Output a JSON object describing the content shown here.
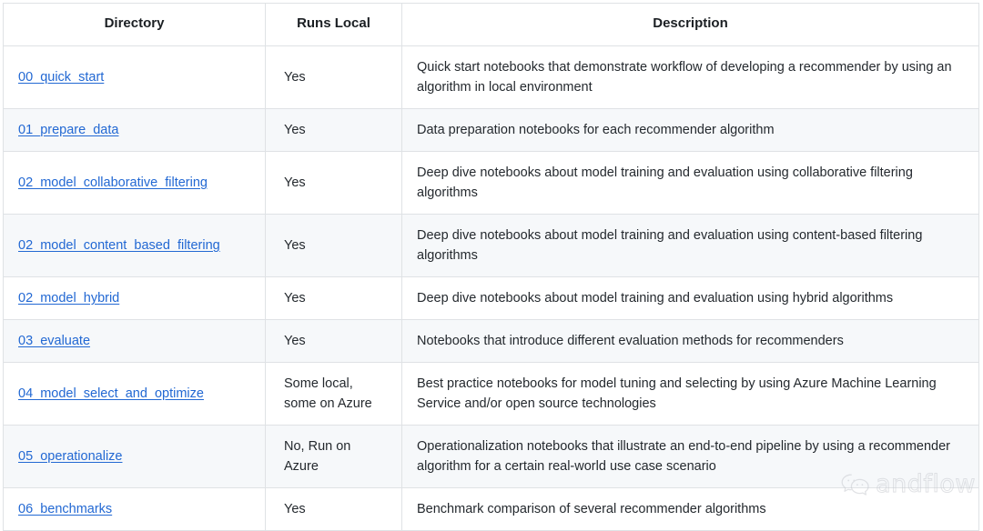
{
  "table": {
    "columns": [
      {
        "key": "directory",
        "label": "Directory"
      },
      {
        "key": "runs_local",
        "label": "Runs Local"
      },
      {
        "key": "description",
        "label": "Description"
      }
    ],
    "rows": [
      {
        "directory": "00_quick_start",
        "runs_local": "Yes",
        "description": "Quick start notebooks that demonstrate workflow of developing a recommender by using an algorithm in local environment"
      },
      {
        "directory": "01_prepare_data",
        "runs_local": "Yes",
        "description": "Data preparation notebooks for each recommender algorithm"
      },
      {
        "directory": "02_model_collaborative_filtering",
        "runs_local": "Yes",
        "description": "Deep dive notebooks about model training and evaluation using collaborative filtering algorithms"
      },
      {
        "directory": "02_model_content_based_filtering",
        "runs_local": "Yes",
        "description": "Deep dive notebooks about model training and evaluation using content-based filtering algorithms"
      },
      {
        "directory": "02_model_hybrid",
        "runs_local": "Yes",
        "description": "Deep dive notebooks about model training and evaluation using hybrid algorithms"
      },
      {
        "directory": "03_evaluate",
        "runs_local": "Yes",
        "description": "Notebooks that introduce different evaluation methods for recommenders"
      },
      {
        "directory": "04_model_select_and_optimize",
        "runs_local": "Some local, some on Azure",
        "description": "Best practice notebooks for model tuning and selecting by using Azure Machine Learning Service and/or open source technologies"
      },
      {
        "directory": "05_operationalize",
        "runs_local": "No, Run on Azure",
        "description": "Operationalization notebooks that illustrate an end-to-end pipeline by using a recommender algorithm for a certain real-world use case scenario"
      },
      {
        "directory": "06_benchmarks",
        "runs_local": "Yes",
        "description": "Benchmark comparison of several recommender algorithms"
      }
    ]
  },
  "watermark": {
    "icon": "wechat-icon",
    "text": "andflow"
  },
  "colors": {
    "link": "#2268d3",
    "row_stripe": "#f6f8fa",
    "border": "#dfe2e5",
    "text": "#24292e",
    "watermark": "#c9ccd1"
  }
}
